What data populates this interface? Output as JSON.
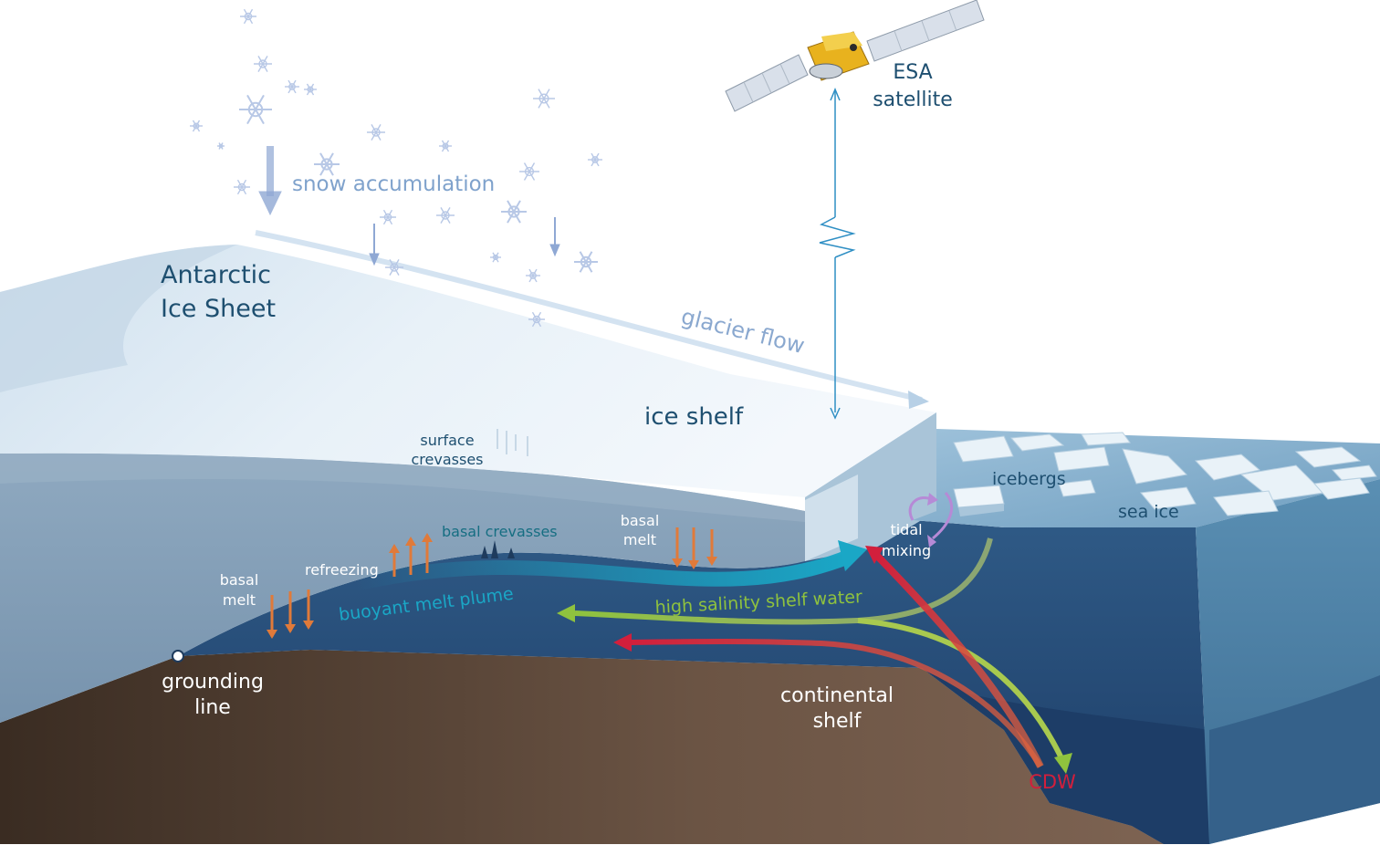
{
  "labels": {
    "satellite": [
      "ESA",
      "satellite"
    ],
    "snow_accumulation": "snow accumulation",
    "ice_sheet": [
      "Antarctic",
      "Ice Sheet"
    ],
    "glacier_flow": "glacier flow",
    "ice_shelf": "ice shelf",
    "surface_crevasses": [
      "surface",
      "crevasses"
    ],
    "basal_crevasses": "basal crevasses",
    "basal_melt_center": [
      "basal",
      "melt"
    ],
    "basal_melt_left": [
      "basal",
      "melt"
    ],
    "refreezing": "refreezing",
    "buoyant_melt_plume": "buoyant melt plume",
    "high_salinity_shelf_water": "high salinity shelf water",
    "icebergs": "icebergs",
    "sea_ice": "sea ice",
    "tidal_mixing": [
      "tidal",
      "mixing"
    ],
    "grounding_line": [
      "grounding",
      "line"
    ],
    "continental_shelf": [
      "continental",
      "shelf"
    ],
    "cdw": "CDW"
  },
  "colors": {
    "label_dark_blue": "#1e4f70",
    "label_teal": "#166e82",
    "label_light_blue": "#7fa2cc",
    "label_white": "#ffffff",
    "cdw_red": "#d21f3c",
    "salinity_green": "#8fc23e",
    "plume_cyan": "#1aa7c6",
    "melt_orange": "#e07a3a",
    "tidal_purple": "#b68ad6",
    "ocean_dark": "#24456f",
    "ocean_side": "#4b7ea3",
    "bedrock": "#6b5444",
    "ice_light": "#e6eff6",
    "satellite_gold": "#e8b21e"
  },
  "icons": [
    "satellite-icon",
    "snowflake-icon"
  ]
}
